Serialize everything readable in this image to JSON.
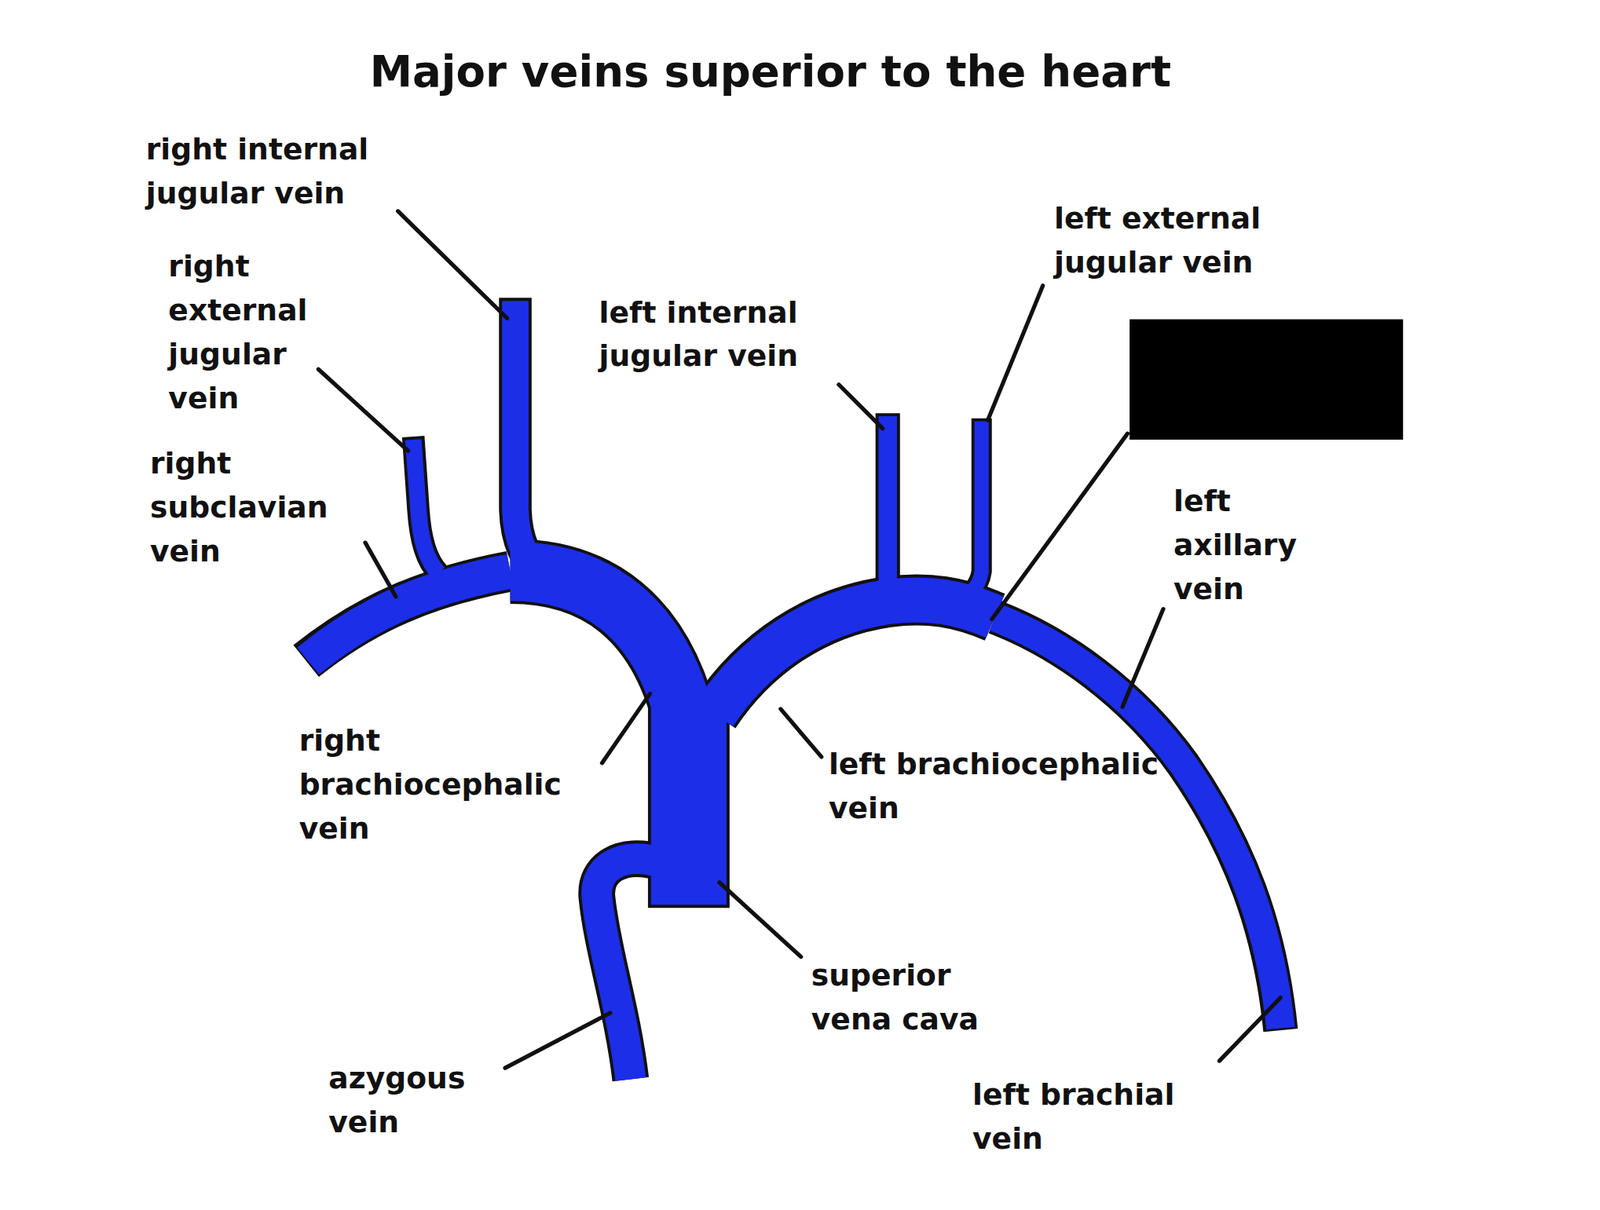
{
  "diagram": {
    "title": "Major veins superior to the heart",
    "labels": [
      "right internal jugular vein",
      "right external jugular vein",
      "left internal jugular vein",
      "left external jugular vein",
      "right subclavian vein",
      "left axillary vein",
      "right brachiocephalic vein",
      "left brachiocephalic vein",
      "superior vena cava",
      "azygous vein",
      "left brachial vein"
    ]
  }
}
